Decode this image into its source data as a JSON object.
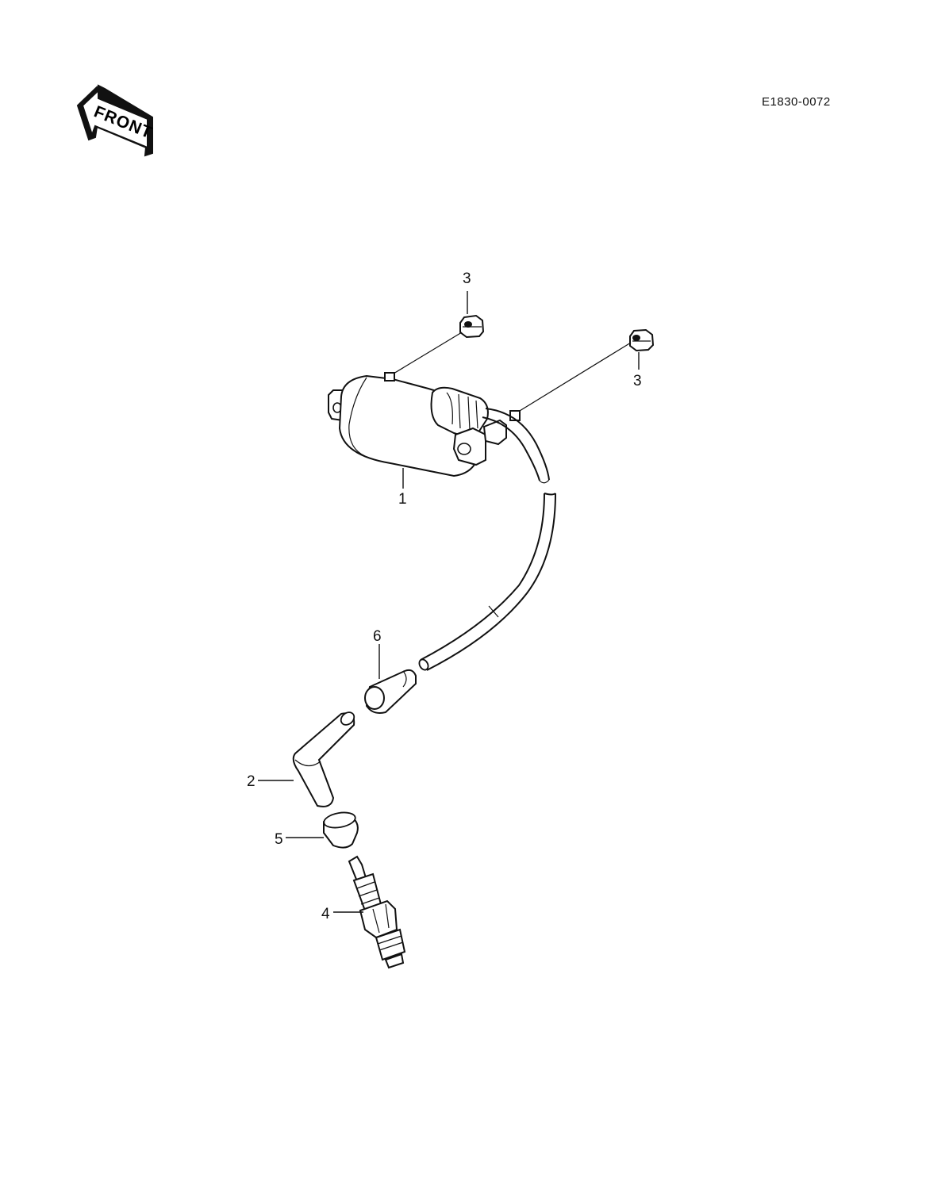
{
  "diagram": {
    "code": "E1830-0072",
    "front_label": "FRONT",
    "callouts": {
      "coil": "1",
      "plug_cap": "2",
      "nut_upper": "3",
      "nut_right": "3",
      "spark_plug": "4",
      "seal_cap": "5",
      "cover": "6"
    }
  }
}
